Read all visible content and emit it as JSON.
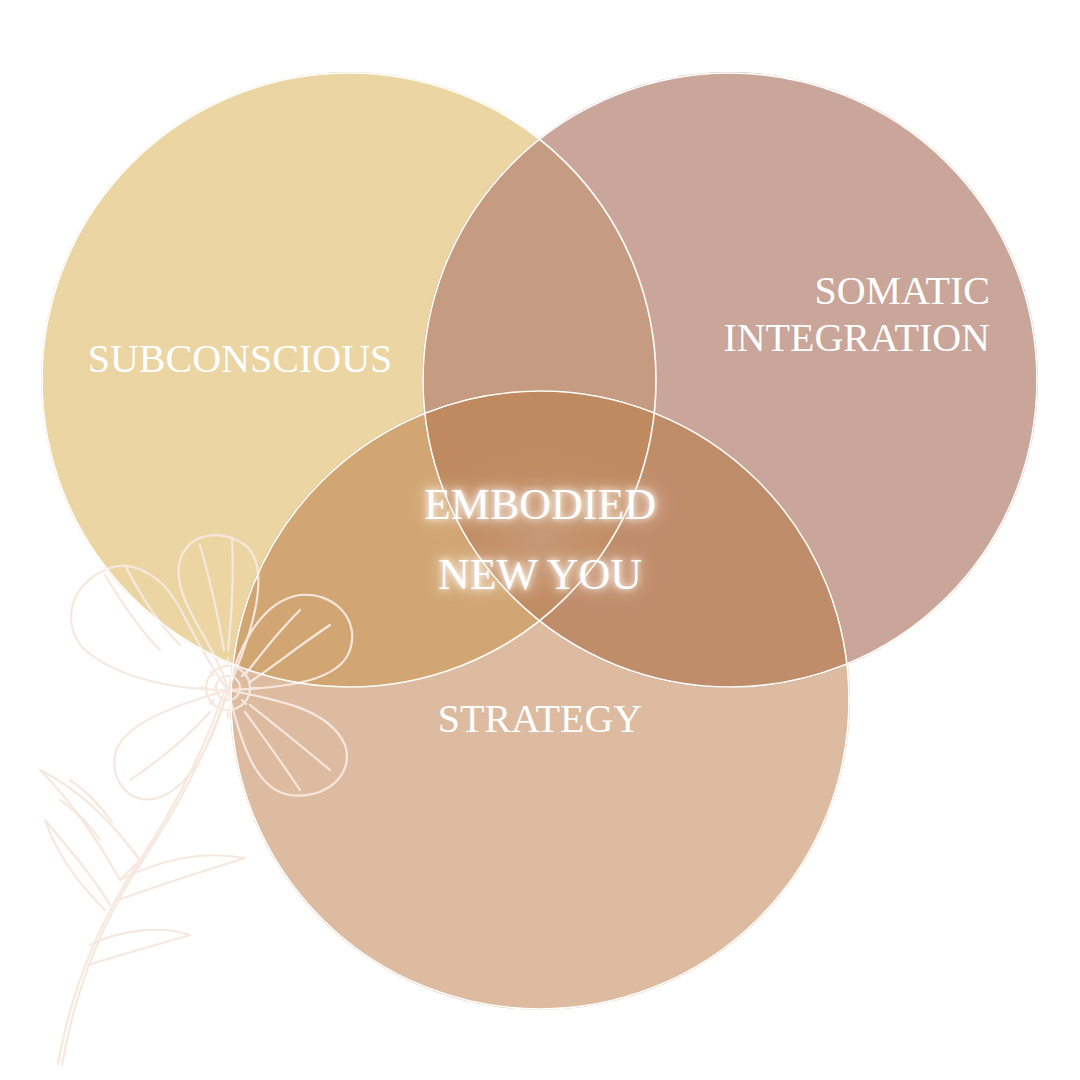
{
  "diagram": {
    "nodes": [
      {
        "text": [
          "SUBCONSCIOUS"
        ]
      },
      {
        "text": [
          "SOMATIC INTEGRATION"
        ]
      },
      {
        "text": [
          "STRATEGY"
        ]
      }
    ],
    "labels": [
      "EMBODIED NEW YOU"
    ]
  }
}
